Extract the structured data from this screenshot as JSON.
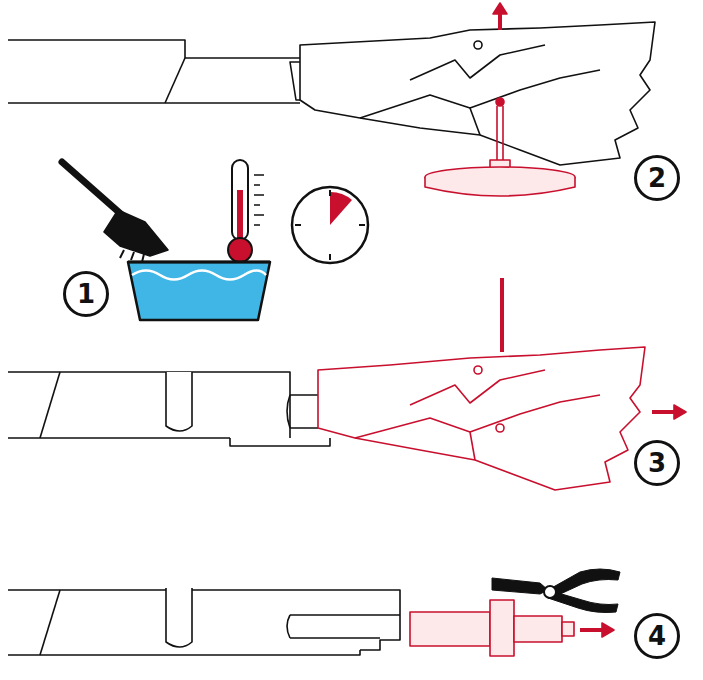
{
  "diagram": {
    "nodes": [
      {
        "text": [
          "2"
        ]
      },
      {
        "text": [
          "1"
        ]
      },
      {
        "text": [
          "3"
        ]
      },
      {
        "text": [
          "4"
        ]
      }
    ]
  }
}
